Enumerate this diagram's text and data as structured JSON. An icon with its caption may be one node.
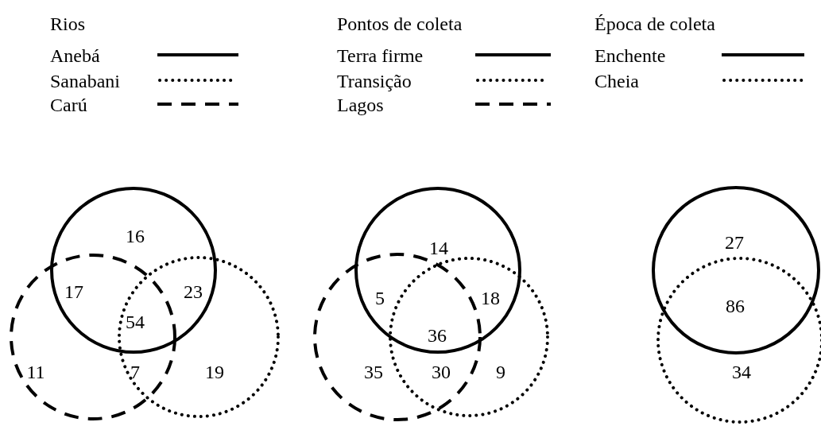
{
  "diagram": {
    "labels": [
      "Rios",
      "Pontos de coleta",
      "Época de coleta",
      "16",
      "17",
      "23",
      "54",
      "11",
      "7",
      "19",
      "14",
      "5",
      "18",
      "36",
      "35",
      "30",
      "9",
      "27",
      "86",
      "34"
    ],
    "legend": [
      {
        "text": "Anebá"
      },
      {
        "text": "Sanabani"
      },
      {
        "text": "Carú"
      },
      {
        "text": "Terra firme"
      },
      {
        "text": "Transição"
      },
      {
        "text": "Lagos"
      },
      {
        "text": "Enchente"
      },
      {
        "text": "Cheia"
      }
    ]
  }
}
